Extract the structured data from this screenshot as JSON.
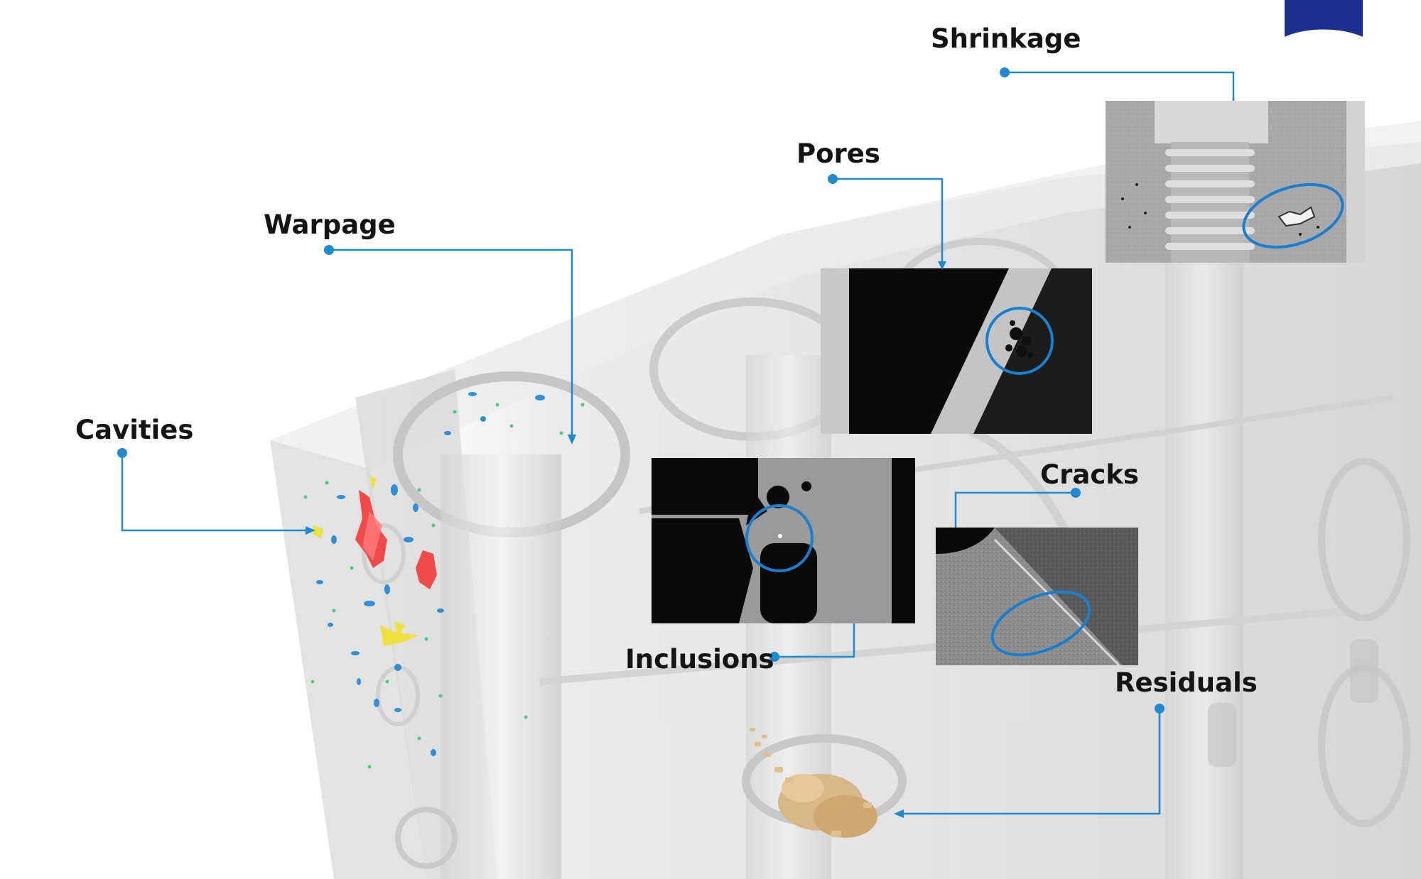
{
  "labels": {
    "shrinkage": "Shrinkage",
    "pores": "Pores",
    "warpage": "Warpage",
    "cavities": "Cavities",
    "cracks": "Cracks",
    "inclusions": "Inclusions",
    "residuals": "Residuals"
  },
  "colors": {
    "callout_line": "#1f8ad0",
    "highlight_ring": "#1a7fd0",
    "logo": "#1c2f8f",
    "cavity_red": "#f04a4a",
    "cavity_blue": "#2f8fd8",
    "cavity_green": "#45d07a",
    "cavity_yellow": "#f0e040",
    "residual_tan": "#d8b888"
  },
  "icons": {
    "logo": "brand-corner-logo",
    "callout_dot": "dot-marker",
    "arrow": "arrowhead"
  }
}
